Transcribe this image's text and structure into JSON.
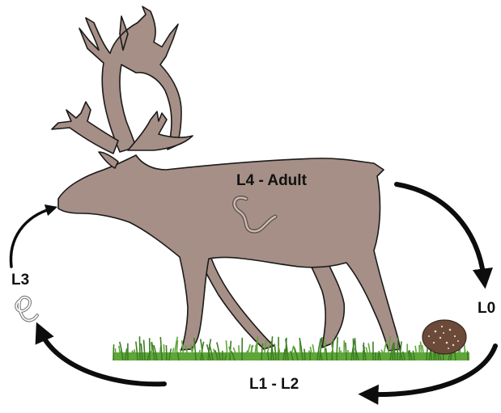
{
  "labels": {
    "adult": "L4 - Adult",
    "l0": "L0",
    "l1_l2": "L1 - L2",
    "l3": "L3"
  },
  "colors": {
    "body": "#A68F86",
    "outline": "#1a1a1a",
    "grass": "#5FA63A",
    "grass_dark": "#3E7E25",
    "feces": "#6B4A3A",
    "arrow": "#0d0d0d"
  },
  "icons": {
    "caribou": "caribou-silhouette",
    "worm_adult": "worm-icon",
    "worm_l3": "worm-icon",
    "feces": "feces-pellet-icon"
  }
}
